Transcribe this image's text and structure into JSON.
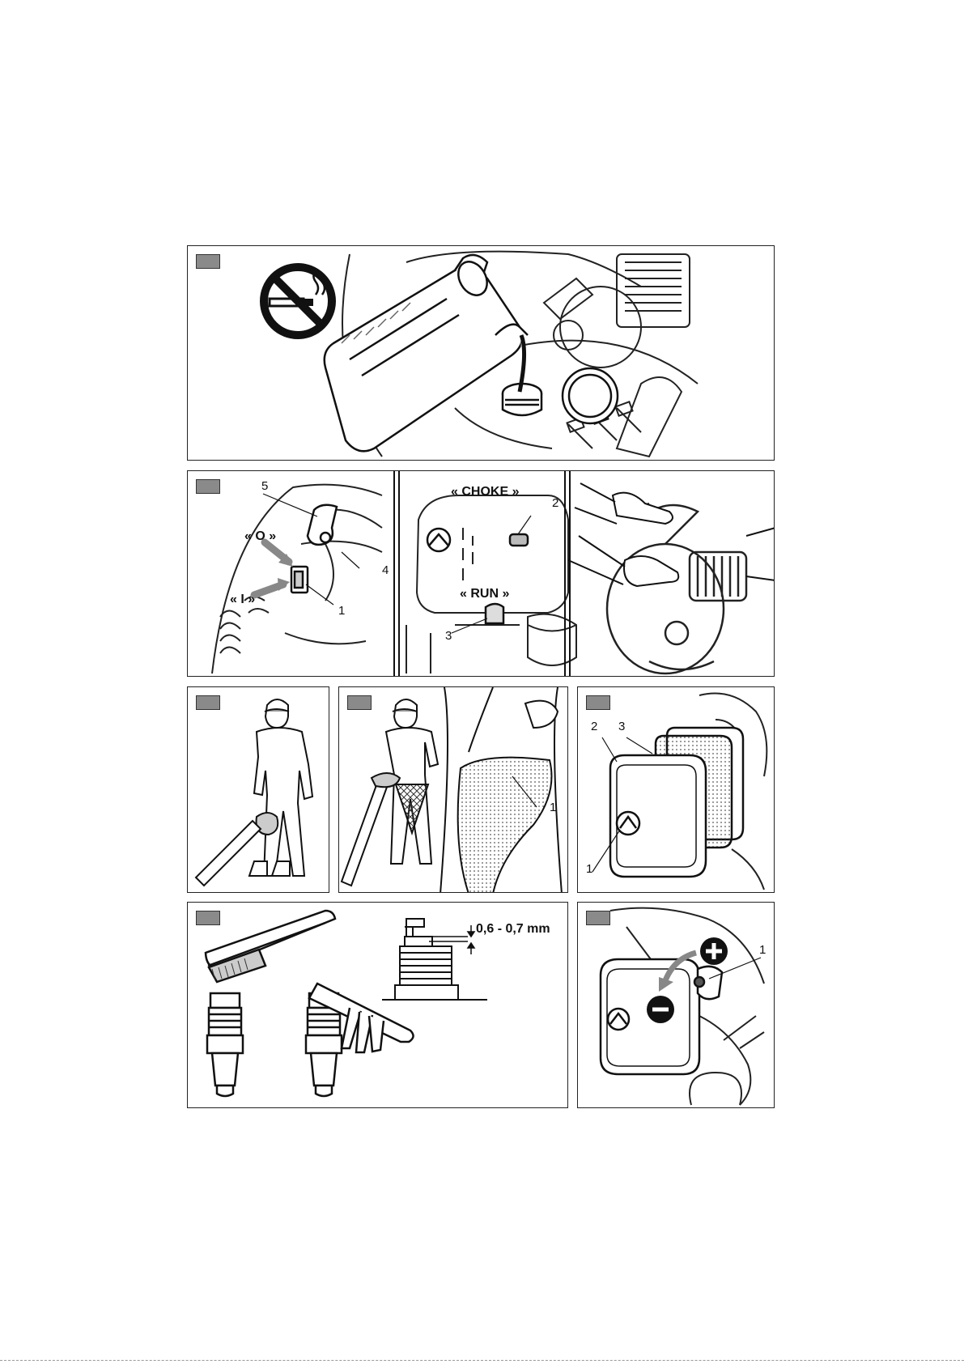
{
  "panel_fuel": {
    "no_smoking_icon": "no-smoking-icon"
  },
  "panel_start": {
    "left": {
      "callout_5": "5",
      "callout_4": "4",
      "callout_1": "1",
      "pos_off": "« O »",
      "pos_on": "« I »"
    },
    "middle": {
      "choke": "« CHOKE »",
      "run": "« RUN »",
      "callout_2": "2",
      "callout_3": "3"
    }
  },
  "panel_bag": {
    "callout_1": "1"
  },
  "panel_airfilter": {
    "callout_2": "2",
    "callout_3": "3",
    "callout_1": "1"
  },
  "panel_sparkplug": {
    "gap": "0,6 - 0,7 mm"
  },
  "panel_carb": {
    "callout_1": "1",
    "plus_icon": "plus-icon",
    "minus_icon": "minus-icon"
  }
}
